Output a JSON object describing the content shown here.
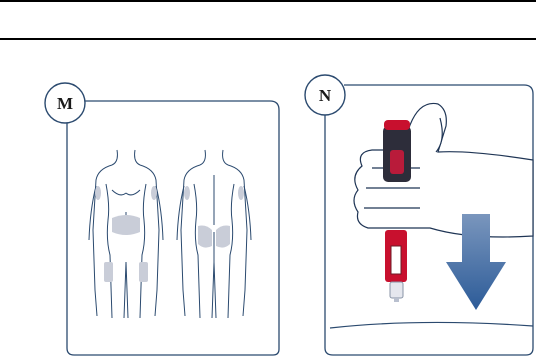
{
  "figures": [
    {
      "label": "M"
    },
    {
      "label": "N"
    }
  ],
  "colors": {
    "outline": "#2b4a6f",
    "injection_area": "#c9cdd8",
    "pen_red": "#c8102e",
    "pen_dark": "#2d2d3a",
    "arrow_blue_top": "#6f8fb8",
    "arrow_blue_bottom": "#2f5f9c"
  },
  "icons": [
    "injection-sites-diagram",
    "injection-pen-hand-icon",
    "down-arrow-icon"
  ]
}
